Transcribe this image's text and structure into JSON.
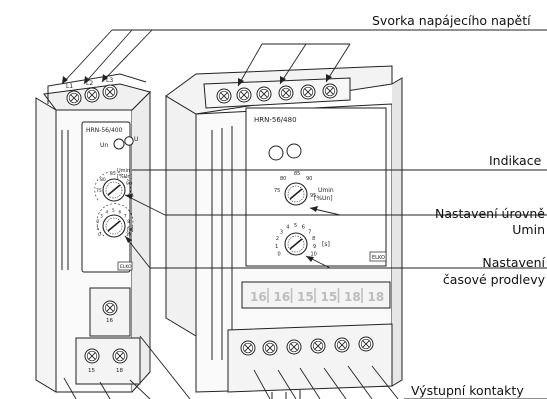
{
  "callouts": {
    "supply_terminal": "Svorka napájecího napětí",
    "indication": "Indikace",
    "umin_setting_line1": "Nastavení úrovně",
    "umin_setting_line2": "Umin",
    "delay_setting_line1": "Nastavení",
    "delay_setting_line2": "časové  prodlevy",
    "output_contacts": "Výstupní kontakty"
  },
  "small_relay": {
    "model": "HRN-56/400",
    "terminals_top": [
      "L1",
      "L2",
      "L3"
    ],
    "led_un": "Un",
    "led_u": "U",
    "umin_dial_label": "Umin",
    "umin_dial_unit": "[%Un]",
    "umin_scale": [
      "75",
      "80",
      "85",
      "90",
      "95"
    ],
    "delay_scale": [
      "0",
      "1",
      "2",
      "3",
      "4",
      "5",
      "6",
      "7",
      "8",
      "9",
      "10"
    ],
    "delay_unit": "[s]",
    "bottom_terminals": [
      "16",
      "15",
      "18"
    ],
    "logo": "ELKO"
  },
  "large_relay": {
    "model": "HRN-56/480",
    "umin_dial_label": "Umin",
    "umin_dial_unit": "[%Un]",
    "umin_scale": [
      "75",
      "80",
      "85",
      "90",
      "95"
    ],
    "delay_scale": [
      "0",
      "1",
      "2",
      "3",
      "4",
      "5",
      "6",
      "7",
      "8",
      "9",
      "10"
    ],
    "delay_unit": "[s]",
    "terminal_strip": [
      "16",
      "16",
      "15",
      "15",
      "18",
      "18"
    ],
    "logo": "ELKO"
  }
}
